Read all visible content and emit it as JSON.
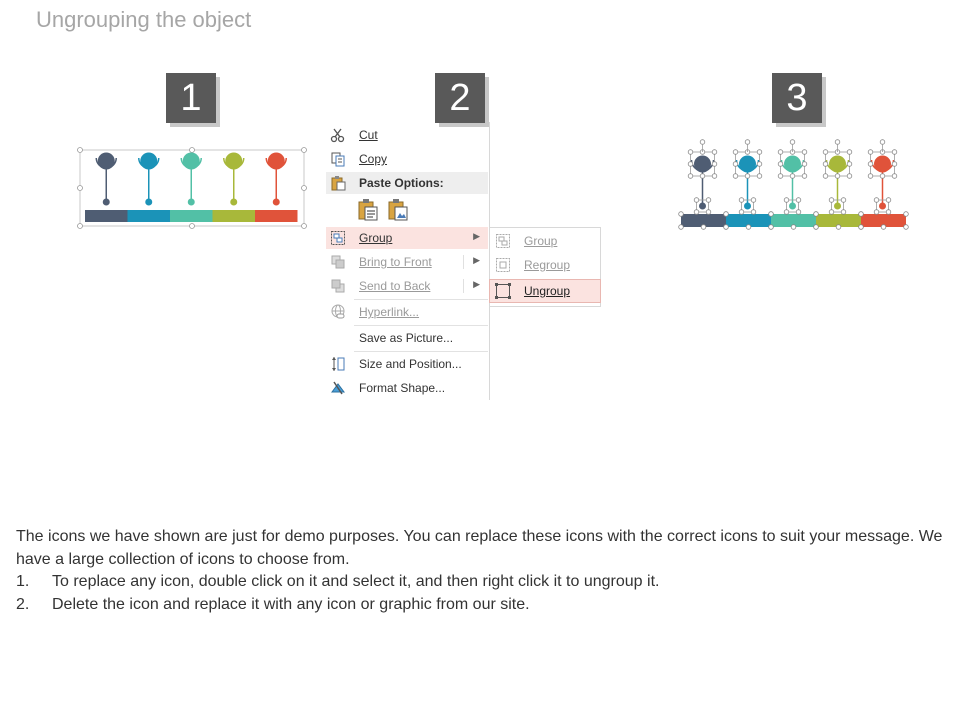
{
  "title": "Ungrouping the object",
  "steps": [
    "1",
    "2",
    "3"
  ],
  "timeline_colors": [
    "#4f5d73",
    "#1b93b8",
    "#52c0a6",
    "#a8b83a",
    "#e0533a"
  ],
  "context_menu": {
    "items": [
      {
        "label": "Cut",
        "icon": "scissors-icon",
        "enabled": true
      },
      {
        "label": "Copy",
        "icon": "copy-icon",
        "enabled": true
      },
      {
        "label": "Paste Options:",
        "icon": "paste-icon",
        "enabled": true
      },
      {
        "label": "Group",
        "icon": "group-icon",
        "enabled": true,
        "submenu": true,
        "highlighted": true
      },
      {
        "label": "Bring to Front",
        "icon": "bring-to-front-icon",
        "enabled": false,
        "submenu": true
      },
      {
        "label": "Send to Back",
        "icon": "send-to-back-icon",
        "enabled": false,
        "submenu": true
      },
      {
        "label": "Hyperlink...",
        "icon": "hyperlink-icon",
        "enabled": false
      },
      {
        "label": "Save as Picture...",
        "icon": "",
        "enabled": true
      },
      {
        "label": "Size and Position...",
        "icon": "size-position-icon",
        "enabled": true
      },
      {
        "label": "Format Shape...",
        "icon": "format-shape-icon",
        "enabled": true
      }
    ],
    "paste_icons": [
      "paste-keep-text-icon",
      "paste-picture-icon"
    ]
  },
  "submenu": {
    "items": [
      {
        "label": "Group",
        "icon": "group-icon",
        "enabled": false
      },
      {
        "label": "Regroup",
        "icon": "regroup-icon",
        "enabled": false
      },
      {
        "label": "Ungroup",
        "icon": "ungroup-icon",
        "enabled": true,
        "highlighted": true
      }
    ]
  },
  "description": {
    "intro": "The icons we have shown are just for demo purposes. You can replace these icons with the correct icons to suit your message. We have a large collection of icons to choose from.",
    "steps": [
      {
        "num": "1.",
        "text": "To replace any icon, double click on it and select it, and then right click it to ungroup it."
      },
      {
        "num": "2.",
        "text": "Delete the icon and replace it with any icon or graphic from our site."
      }
    ]
  }
}
